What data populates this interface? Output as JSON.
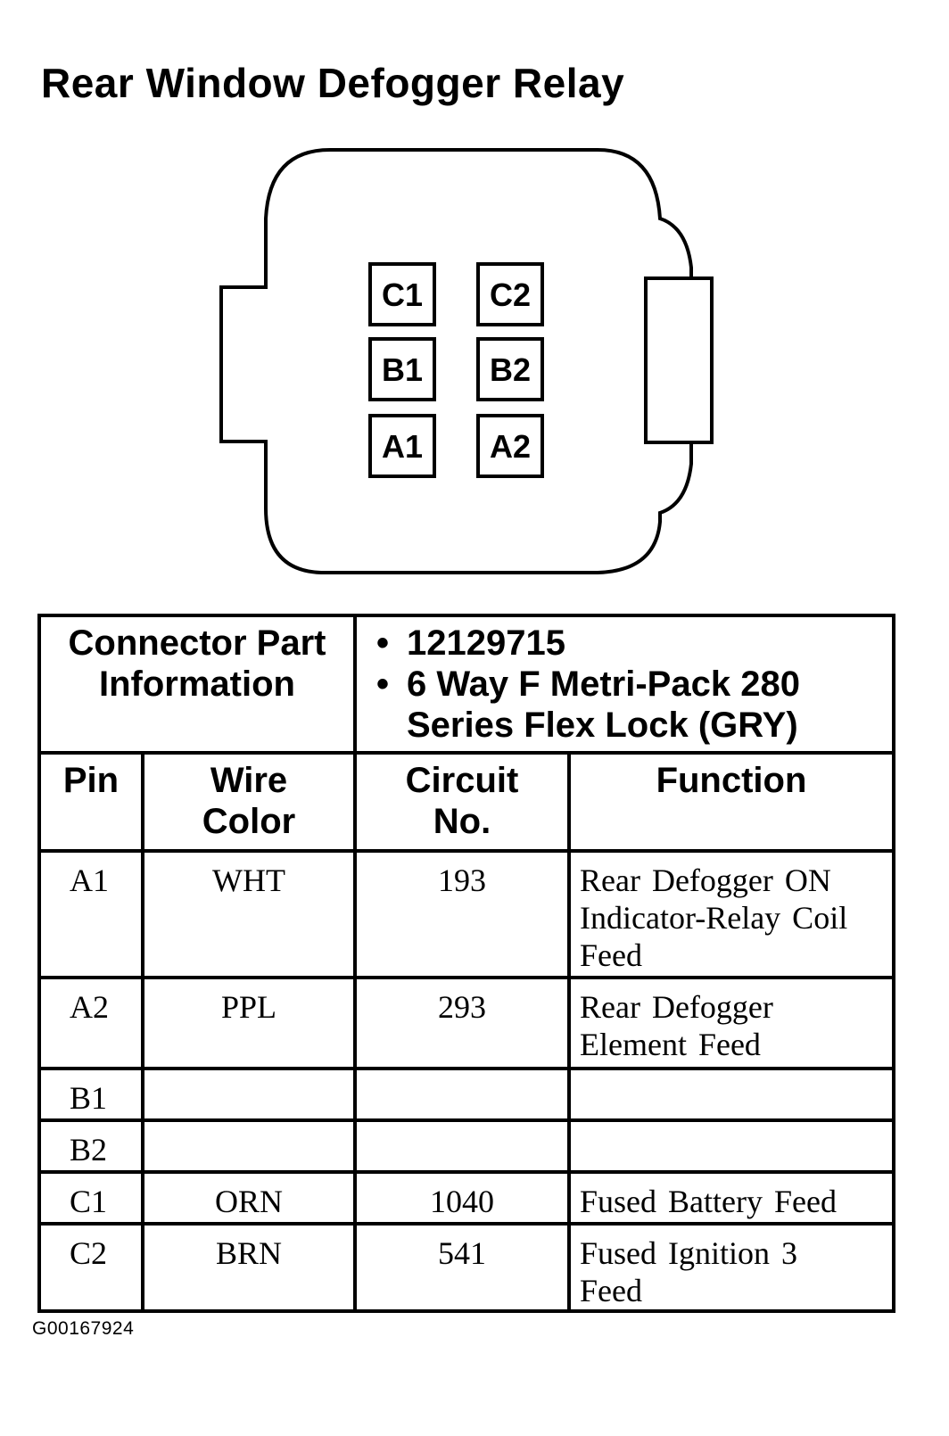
{
  "title": "Rear Window Defogger Relay",
  "connector_pins": {
    "c1": "C1",
    "c2": "C2",
    "b1": "B1",
    "b2": "B2",
    "a1": "A1",
    "a2": "A2"
  },
  "connector_info": {
    "label_line1": "Connector Part",
    "label_line2": "Information",
    "part_number": "12129715",
    "description_line1": "6 Way F Metri-Pack 280",
    "description_line2": "Series Flex Lock (GRY)"
  },
  "columns": {
    "pin": "Pin",
    "wire_color_line1": "Wire",
    "wire_color_line2": "Color",
    "circuit_line1": "Circuit",
    "circuit_line2": "No.",
    "function": "Function"
  },
  "rows": [
    {
      "pin": "A1",
      "wire_color": "WHT",
      "circuit": "193",
      "function_line1": "Rear Defogger ON",
      "function_line2": "Indicator-Relay Coil",
      "function_line3": "Feed"
    },
    {
      "pin": "A2",
      "wire_color": "PPL",
      "circuit": "293",
      "function_line1": "Rear Defogger",
      "function_line2": "Element Feed"
    },
    {
      "pin": "B1",
      "wire_color": "",
      "circuit": "",
      "function_line1": ""
    },
    {
      "pin": "B2",
      "wire_color": "",
      "circuit": "",
      "function_line1": ""
    },
    {
      "pin": "C1",
      "wire_color": "ORN",
      "circuit": "1040",
      "function_line1": "Fused Battery Feed"
    },
    {
      "pin": "C2",
      "wire_color": "BRN",
      "circuit": "541",
      "function_line1": "Fused Ignition 3",
      "function_line2": "Feed"
    }
  ],
  "figure_id": "G00167924"
}
